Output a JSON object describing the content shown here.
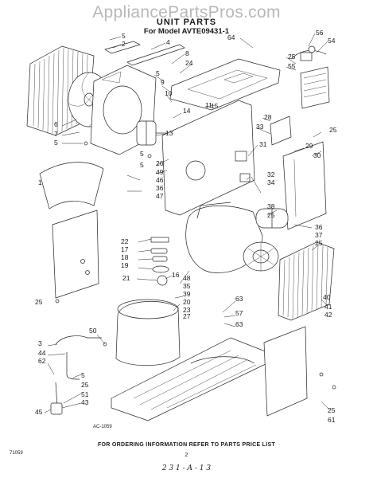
{
  "header": {
    "watermark": "AppliancePartsPros.com",
    "title": "UNIT PARTS",
    "model_line": "For Model AVTE09431-1"
  },
  "drawing_code": "AC-1059",
  "footer": {
    "instruction": "FOR ORDERING INFORMATION REFER TO PARTS PRICE LIST",
    "corner_code": "71059",
    "page_number": "2",
    "handwritten_note": "2 3 1 - A - 1 3"
  },
  "callouts": [
    {
      "label": "5"
    },
    {
      "label": "2"
    },
    {
      "label": "4"
    },
    {
      "label": "8"
    },
    {
      "label": "24"
    },
    {
      "label": "64"
    },
    {
      "label": "56"
    },
    {
      "label": "54"
    },
    {
      "label": "25"
    },
    {
      "label": "55"
    },
    {
      "label": "5"
    },
    {
      "label": "9"
    },
    {
      "label": "10"
    },
    {
      "label": "11"
    },
    {
      "label": "15"
    },
    {
      "label": "14"
    },
    {
      "label": "6"
    },
    {
      "label": "7"
    },
    {
      "label": "5"
    },
    {
      "label": "28"
    },
    {
      "label": "33"
    },
    {
      "label": "25"
    },
    {
      "label": "13"
    },
    {
      "label": "29"
    },
    {
      "label": "30"
    },
    {
      "label": "31"
    },
    {
      "label": "5"
    },
    {
      "label": "26"
    },
    {
      "label": "5"
    },
    {
      "label": "49"
    },
    {
      "label": "46"
    },
    {
      "label": "36"
    },
    {
      "label": "47"
    },
    {
      "label": "1"
    },
    {
      "label": "32"
    },
    {
      "label": "34"
    },
    {
      "label": "38"
    },
    {
      "label": "25"
    },
    {
      "label": "36"
    },
    {
      "label": "37"
    },
    {
      "label": "25"
    },
    {
      "label": "25"
    },
    {
      "label": "22"
    },
    {
      "label": "17"
    },
    {
      "label": "18"
    },
    {
      "label": "19"
    },
    {
      "label": "16"
    },
    {
      "label": "21"
    },
    {
      "label": "48"
    },
    {
      "label": "35"
    },
    {
      "label": "39"
    },
    {
      "label": "20"
    },
    {
      "label": "40"
    },
    {
      "label": "23"
    },
    {
      "label": "41"
    },
    {
      "label": "42"
    },
    {
      "label": "27"
    },
    {
      "label": "63"
    },
    {
      "label": "57"
    },
    {
      "label": "63"
    },
    {
      "label": "50"
    },
    {
      "label": "3"
    },
    {
      "label": "44"
    },
    {
      "label": "62"
    },
    {
      "label": "5"
    },
    {
      "label": "25"
    },
    {
      "label": "51"
    },
    {
      "label": "43"
    },
    {
      "label": "45"
    },
    {
      "label": "25"
    },
    {
      "label": "61"
    }
  ]
}
